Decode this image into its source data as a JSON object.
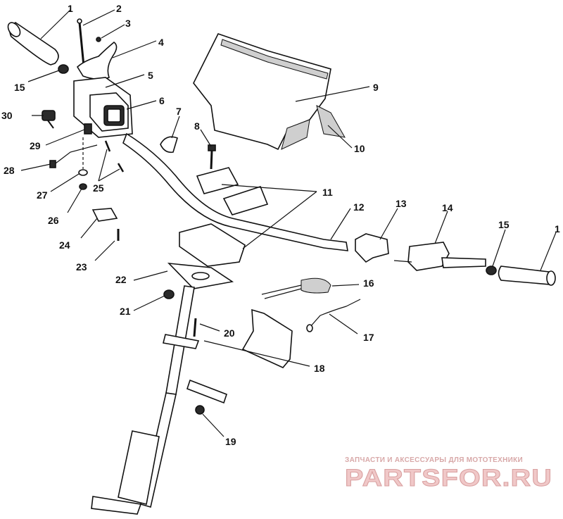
{
  "callouts": [
    {
      "id": "c1a",
      "text": "1"
    },
    {
      "id": "c2",
      "text": "2"
    },
    {
      "id": "c3",
      "text": "3"
    },
    {
      "id": "c4",
      "text": "4"
    },
    {
      "id": "c15a",
      "text": "15"
    },
    {
      "id": "c5",
      "text": "5"
    },
    {
      "id": "c6",
      "text": "6"
    },
    {
      "id": "c30",
      "text": "30"
    },
    {
      "id": "c7",
      "text": "7"
    },
    {
      "id": "c8",
      "text": "8"
    },
    {
      "id": "c9",
      "text": "9"
    },
    {
      "id": "c10",
      "text": "10"
    },
    {
      "id": "c29",
      "text": "29"
    },
    {
      "id": "c28",
      "text": "28"
    },
    {
      "id": "c27",
      "text": "27"
    },
    {
      "id": "c25",
      "text": "25"
    },
    {
      "id": "c11",
      "text": "11"
    },
    {
      "id": "c26",
      "text": "26"
    },
    {
      "id": "c12",
      "text": "12"
    },
    {
      "id": "c13",
      "text": "13"
    },
    {
      "id": "c14",
      "text": "14"
    },
    {
      "id": "c15b",
      "text": "15"
    },
    {
      "id": "c1b",
      "text": "1"
    },
    {
      "id": "c24",
      "text": "24"
    },
    {
      "id": "c23",
      "text": "23"
    },
    {
      "id": "c22",
      "text": "22"
    },
    {
      "id": "c16",
      "text": "16"
    },
    {
      "id": "c21",
      "text": "21"
    },
    {
      "id": "c17",
      "text": "17"
    },
    {
      "id": "c20",
      "text": "20"
    },
    {
      "id": "c18",
      "text": "18"
    },
    {
      "id": "c19",
      "text": "19"
    }
  ],
  "watermark": {
    "tagline": "ЗАПЧАСТИ И АКСЕССУАРЫ ДЛЯ МОТОТЕХНИКИ",
    "logo": "PARTSFOR.RU"
  }
}
